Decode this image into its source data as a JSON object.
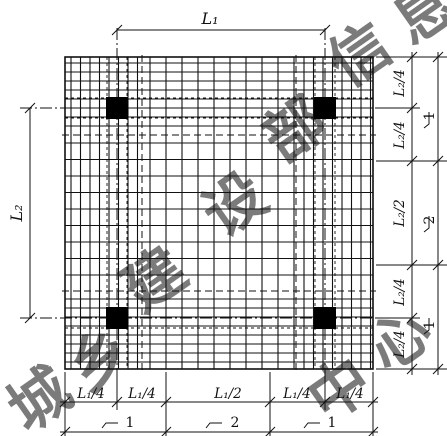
{
  "diagram": {
    "top_span_label": "L₁",
    "left_span_label": "L₂",
    "bottom_dims": [
      "L₁/4",
      "L₁/4",
      "L₁/2",
      "L₁/4",
      "L₁/4"
    ],
    "right_dims": [
      "L₂/4",
      "L₂/4",
      "L₂/2",
      "L₂/4",
      "L₂/4"
    ],
    "bottom_zone_marks": [
      "1",
      "2",
      "1"
    ],
    "right_zone_marks": [
      "1",
      "2",
      "1"
    ],
    "watermark": [
      "城",
      "乡",
      "建",
      "设",
      "部",
      "信",
      "息",
      "中",
      "心"
    ],
    "colors": {
      "line": "#111111",
      "column": "#000000",
      "watermark": "#c8c8c8"
    }
  }
}
